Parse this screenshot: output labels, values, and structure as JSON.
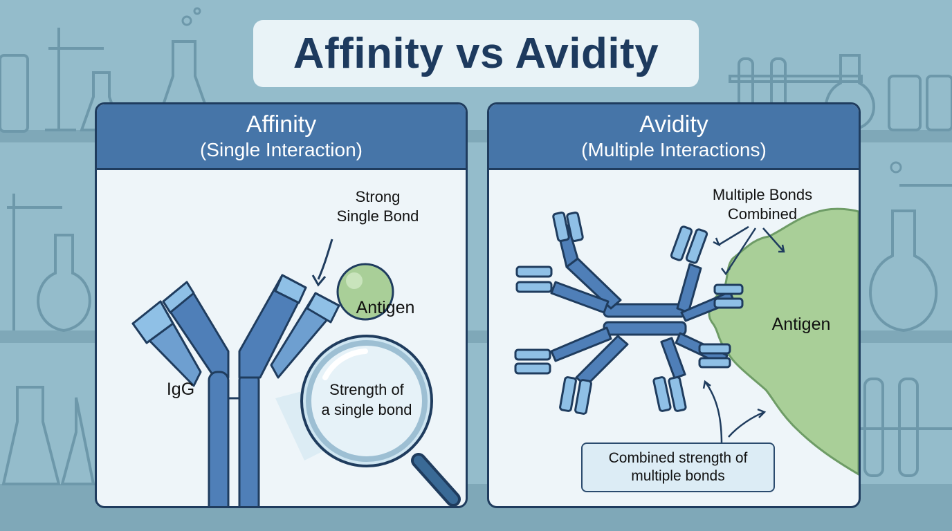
{
  "title": "Affinity vs Avidity",
  "affinity": {
    "heading": "Affinity",
    "subheading": "(Single Interaction)",
    "bond_label_line1": "Strong",
    "bond_label_line2": "Single Bond",
    "antigen_label": "Antigen",
    "antibody_label": "IgG",
    "magnifier_line1": "Strength of",
    "magnifier_line2": "a single bond"
  },
  "avidity": {
    "heading": "Avidity",
    "subheading": "(Multiple Interactions)",
    "bonds_label_line1": "Multiple Bonds",
    "bonds_label_line2": "Combined",
    "antigen_label": "Antigen",
    "combined_line1": "Combined strength of",
    "combined_line2": "multiple bonds"
  },
  "colors": {
    "header": "#4675a8",
    "antibody": "#4f7fb8",
    "antibody_light": "#8fc0e6",
    "antigen": "#a9cf98",
    "outline": "#1f3c5e"
  }
}
